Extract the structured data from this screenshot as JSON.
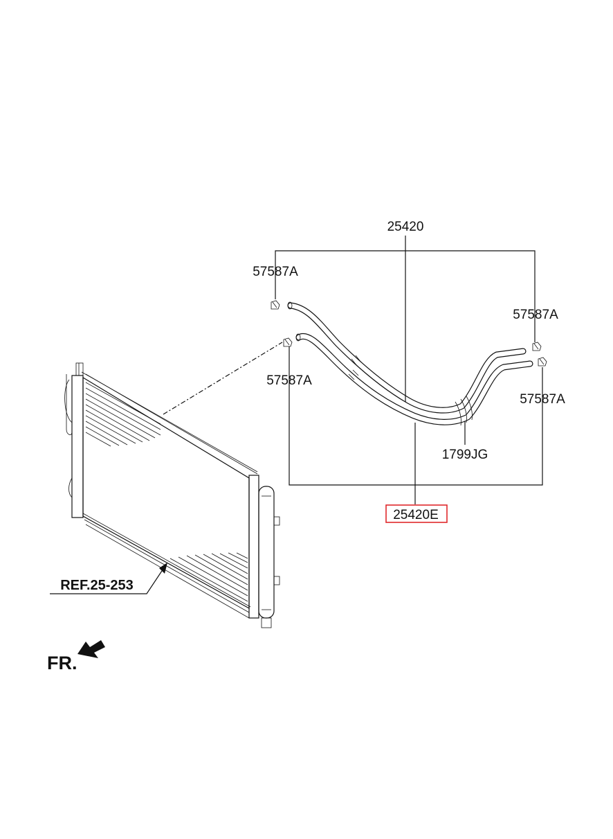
{
  "labels": {
    "pipe_assembly": "25420",
    "clamp_top_left": "57587A",
    "clamp_mid_left": "57587A",
    "clamp_top_right": "57587A",
    "clamp_bottom_right": "57587A",
    "band_clamp": "1799JG",
    "hose_highlighted": "25420E",
    "reference": "REF.25-253",
    "front_indicator": "FR."
  },
  "colors": {
    "line": "#111111",
    "highlight": "#e0282b",
    "background": "#ffffff"
  }
}
